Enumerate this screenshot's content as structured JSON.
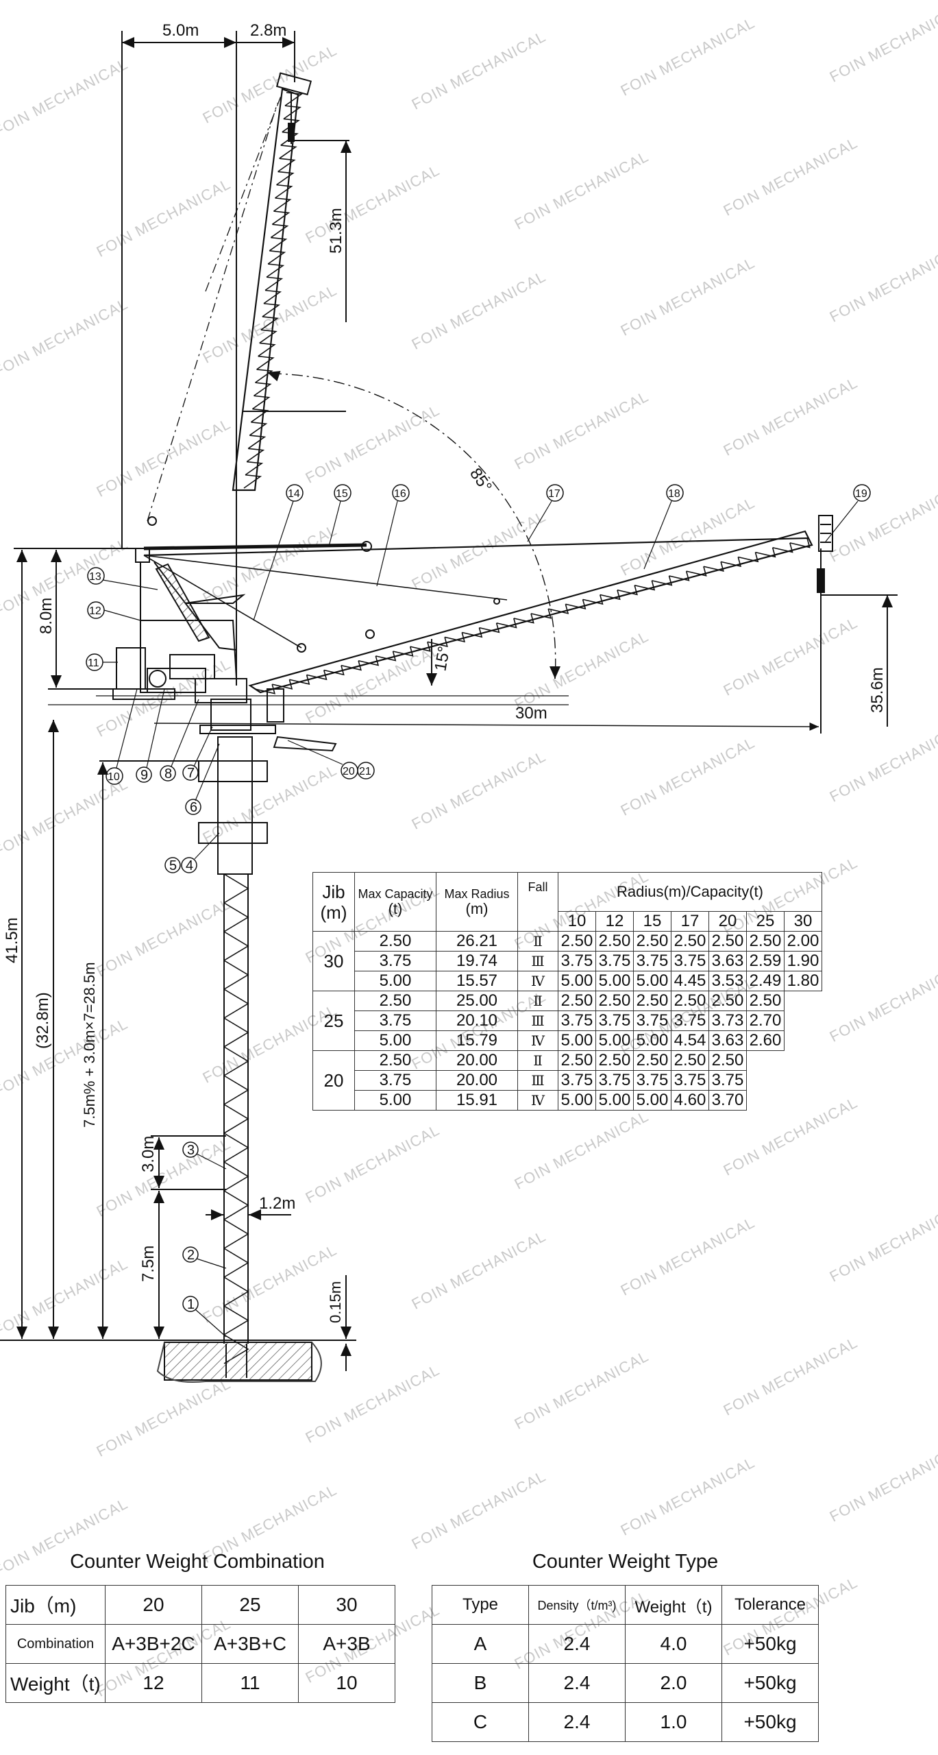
{
  "watermark": "FOIN MECHANICAL",
  "dimensions": {
    "top_left": "5.0m",
    "top_right": "2.8m",
    "jib_height_raised": "51.3m",
    "angle_max": "85°",
    "angle_min": "15°",
    "head_height": "8.0m",
    "radius": "30m",
    "hook_height": "35.6m",
    "total_height": "41.5m",
    "under_hook": "(32.8m)",
    "mast_formula": "7.5m% + 3.0m×7=28.5m",
    "section_3": "3.0m",
    "mast_width": "1.2m",
    "section_1": "7.5m",
    "base": "0.15m"
  },
  "callouts": [
    "1",
    "2",
    "3",
    "4",
    "5",
    "6",
    "7",
    "8",
    "9",
    "10",
    "11",
    "12",
    "13",
    "14",
    "15",
    "16",
    "17",
    "18",
    "19",
    "20",
    "21"
  ],
  "callout_labels": {
    "c1": "①",
    "c2": "②",
    "c3": "③",
    "c54": "⑤④",
    "c6": "⑥",
    "c7": "⑦",
    "c8": "⑧",
    "c9": "⑨",
    "c10": "⑩",
    "c11": "⑪",
    "c12": "⑫",
    "c13": "⑬",
    "c14": "⑭",
    "c15": "⑮",
    "c16": "⑯",
    "c17": "⑰",
    "c18": "⑱",
    "c19": "⑲",
    "c2021": "⑳㉑"
  },
  "load_table": {
    "h_jib": "Jib",
    "h_jib_unit": "(m)",
    "h_max_capacity": "Max Capacity",
    "h_max_capacity_unit": "(t)",
    "h_max_radius": "Max Radius",
    "h_max_radius_unit": "(m)",
    "h_fall": "Fall",
    "h_radius_capacity": "Radius(m)/Capacity(t)",
    "radii": [
      "10",
      "12",
      "15",
      "17",
      "20",
      "25",
      "30"
    ],
    "groups": [
      {
        "jib": "30",
        "rows": [
          {
            "cap": "2.50",
            "rad": "26.21",
            "fall": "Ⅱ",
            "vals": [
              "2.50",
              "2.50",
              "2.50",
              "2.50",
              "2.50",
              "2.50",
              "2.00"
            ]
          },
          {
            "cap": "3.75",
            "rad": "19.74",
            "fall": "Ⅲ",
            "vals": [
              "3.75",
              "3.75",
              "3.75",
              "3.75",
              "3.63",
              "2.59",
              "1.90"
            ]
          },
          {
            "cap": "5.00",
            "rad": "15.57",
            "fall": "Ⅳ",
            "vals": [
              "5.00",
              "5.00",
              "5.00",
              "4.45",
              "3.53",
              "2.49",
              "1.80"
            ]
          }
        ]
      },
      {
        "jib": "25",
        "rows": [
          {
            "cap": "2.50",
            "rad": "25.00",
            "fall": "Ⅱ",
            "vals": [
              "2.50",
              "2.50",
              "2.50",
              "2.50",
              "2.50",
              "2.50"
            ]
          },
          {
            "cap": "3.75",
            "rad": "20.10",
            "fall": "Ⅲ",
            "vals": [
              "3.75",
              "3.75",
              "3.75",
              "3.75",
              "3.73",
              "2.70"
            ]
          },
          {
            "cap": "5.00",
            "rad": "15.79",
            "fall": "Ⅳ",
            "vals": [
              "5.00",
              "5.00",
              "5.00",
              "4.54",
              "3.63",
              "2.60"
            ]
          }
        ]
      },
      {
        "jib": "20",
        "rows": [
          {
            "cap": "2.50",
            "rad": "20.00",
            "fall": "Ⅱ",
            "vals": [
              "2.50",
              "2.50",
              "2.50",
              "2.50",
              "2.50"
            ]
          },
          {
            "cap": "3.75",
            "rad": "20.00",
            "fall": "Ⅲ",
            "vals": [
              "3.75",
              "3.75",
              "3.75",
              "3.75",
              "3.75"
            ]
          },
          {
            "cap": "5.00",
            "rad": "15.91",
            "fall": "Ⅳ",
            "vals": [
              "5.00",
              "5.00",
              "5.00",
              "4.60",
              "3.70"
            ]
          }
        ]
      }
    ]
  },
  "counter_weight_combination": {
    "title": "Counter Weight Combination",
    "h_jib": "Jib（m)",
    "jibs": [
      "20",
      "25",
      "30"
    ],
    "h_combination": "Combination",
    "combinations": [
      "A+3B+2C",
      "A+3B+C",
      "A+3B"
    ],
    "h_weight": "Weight（t)",
    "weights": [
      "12",
      "11",
      "10"
    ]
  },
  "counter_weight_type": {
    "title": "Counter Weight Type",
    "h_type": "Type",
    "h_density": "Density（t/m³)",
    "h_weight": "Weight（t)",
    "h_tolerance": "Tolerance",
    "rows": [
      {
        "type": "A",
        "density": "2.4",
        "weight": "4.0",
        "tolerance": "+50kg"
      },
      {
        "type": "B",
        "density": "2.4",
        "weight": "2.0",
        "tolerance": "+50kg"
      },
      {
        "type": "C",
        "density": "2.4",
        "weight": "1.0",
        "tolerance": "+50kg"
      }
    ]
  }
}
